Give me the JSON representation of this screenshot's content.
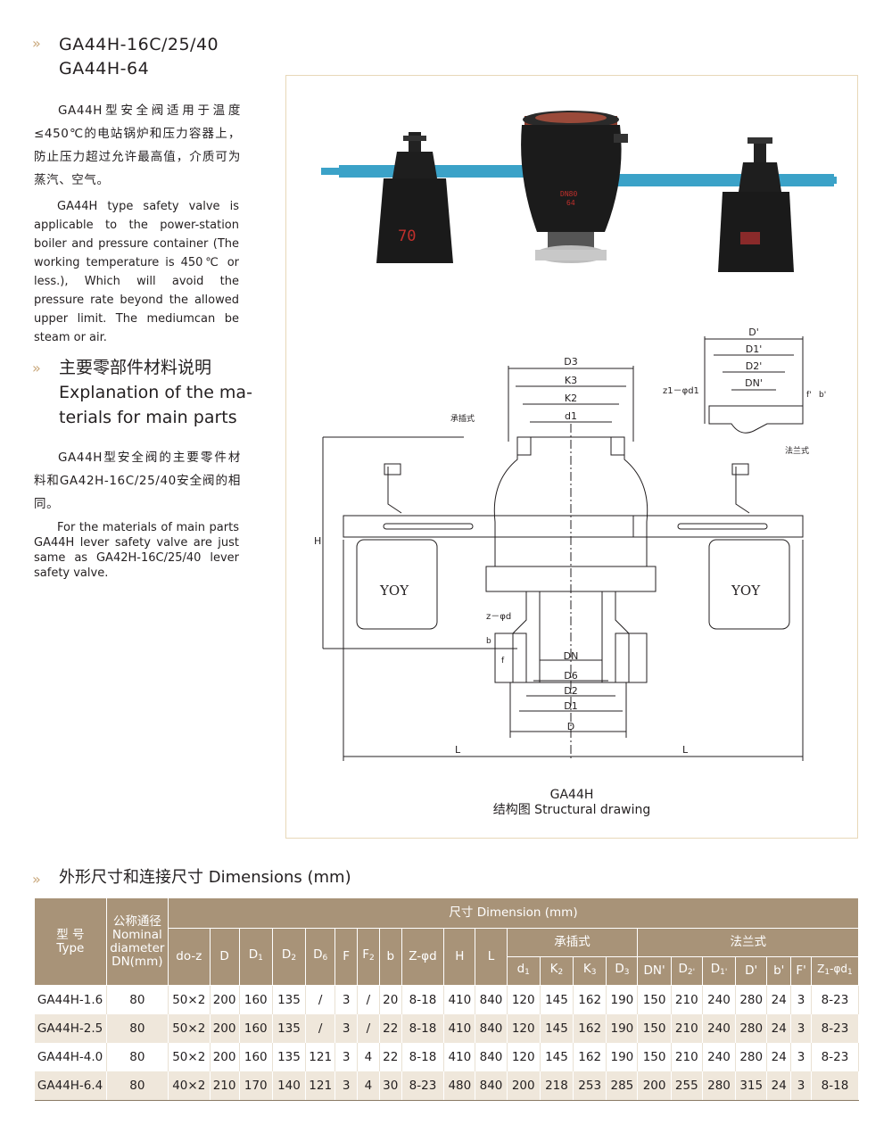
{
  "header": {
    "chevron": "»",
    "model_line1": "GA44H-16C/25/40",
    "model_line2": "GA44H-64"
  },
  "intro": {
    "cn": "GA44H型安全阀适用于温度≤450℃的电站锅炉和压力容器上，防止压力超过允许最高值，介质可为蒸汽、空气。",
    "en": "GA44H type safety valve is applicable to the power-station boiler and pressure container (The working temperature is 450℃ or less.), Which will avoid the pressure rate beyond the allowed upper limit. The mediumcan be steam or air."
  },
  "materials": {
    "heading_cn": "主要零部件材料说明",
    "heading_en_line1": "Explanation of the ma-",
    "heading_en_line2": "terials for main parts",
    "cn": "GA44H型安全阀的主要零件材料和GA42H-16C/25/40安全阀的相同。",
    "en": "For the materials of main parts GA44H lever safety valve are just same as GA42H-16C/25/40 lever safety valve."
  },
  "photo": {
    "left_weight": "70",
    "body_mark1": "DN80",
    "body_mark2": "64"
  },
  "drawing": {
    "labels": {
      "D3": "D3",
      "K3": "K3",
      "K2": "K2",
      "d1": "d1",
      "H": "H",
      "z_phi_d": "z－φd",
      "b": "b",
      "f": "f",
      "DN": "DN",
      "D6": "D6",
      "D2": "D2",
      "D1": "D1",
      "D": "D",
      "L": "L",
      "Dp": "D'",
      "D1p": "D1'",
      "D2p": "D2'",
      "DNp": "DN'",
      "z1_phi_d1": "z1－φd1",
      "fp": "f'",
      "bp": "b'"
    },
    "socket_label": "承插式",
    "flange_label": "法兰式",
    "weight_brand": "YOY",
    "caption_model": "GA44H",
    "caption_text": "结构图 Structural drawing"
  },
  "dimensions": {
    "heading": "外形尺寸和连接尺寸 Dimensions (mm)",
    "type_cn": "型 号",
    "type_en": "Type",
    "nominal_cn": "公称通径",
    "nominal_en1": "Nominal",
    "nominal_en2": "diameter",
    "nominal_en3": "DN(mm)",
    "dimension_header": "尺寸 Dimension (mm)",
    "socket_header": "承插式",
    "flange_header": "法兰式",
    "columns": {
      "doz": "do-z",
      "D": "D",
      "D1": "D",
      "D2": "D",
      "D6": "D",
      "F": "F",
      "F2": "F",
      "b": "b",
      "zphid": "Z-φd",
      "H": "H",
      "L": "L",
      "d1": "d",
      "K2": "K",
      "K3": "K",
      "D3": "D",
      "DNp": "DN'",
      "D2p": "D",
      "D1p": "D",
      "Dp": "D'",
      "bp": "b'",
      "Fp": "F'",
      "Z1": "Z",
      "sub_1": "1",
      "sub_2": "2",
      "sub_6": "6",
      "sub_3": "3",
      "sub_2p": "2'",
      "sub_1p": "1'",
      "z1_tail": "-φd",
      "z1_sub": "1"
    },
    "rows": [
      [
        "GA44H-1.6",
        "80",
        "50×2",
        "200",
        "160",
        "135",
        "/",
        "3",
        "/",
        "20",
        "8-18",
        "410",
        "840",
        "120",
        "145",
        "162",
        "190",
        "150",
        "210",
        "240",
        "280",
        "24",
        "3",
        "8-23"
      ],
      [
        "GA44H-2.5",
        "80",
        "50×2",
        "200",
        "160",
        "135",
        "/",
        "3",
        "/",
        "22",
        "8-18",
        "410",
        "840",
        "120",
        "145",
        "162",
        "190",
        "150",
        "210",
        "240",
        "280",
        "24",
        "3",
        "8-23"
      ],
      [
        "GA44H-4.0",
        "80",
        "50×2",
        "200",
        "160",
        "135",
        "121",
        "3",
        "4",
        "22",
        "8-18",
        "410",
        "840",
        "120",
        "145",
        "162",
        "190",
        "150",
        "210",
        "240",
        "280",
        "24",
        "3",
        "8-23"
      ],
      [
        "GA44H-6.4",
        "80",
        "40×2",
        "210",
        "170",
        "140",
        "121",
        "3",
        "4",
        "30",
        "8-23",
        "480",
        "840",
        "200",
        "218",
        "253",
        "285",
        "200",
        "255",
        "280",
        "315",
        "24",
        "3",
        "8-18"
      ]
    ]
  }
}
